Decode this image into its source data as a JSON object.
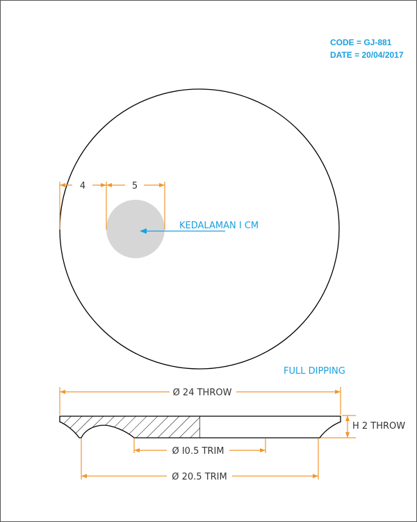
{
  "info": {
    "code": "CODE = GJ-881",
    "date": "DATE = 20/04/2017"
  },
  "top_view": {
    "dim_left": "4",
    "dim_hole": "5",
    "depth_label": "KEDALAMAN I CM"
  },
  "section_view": {
    "finish_label": "FULL DIPPING",
    "outer_diameter": "Ø 24 THROW",
    "height": "H 2 THROW",
    "inner_trim": "Ø I0.5 TRIM",
    "outer_trim": "Ø 20.5 TRIM"
  },
  "colors": {
    "dimension": "#f0962c",
    "annotation": "#1aa0e0",
    "outline": "#000000",
    "hole_fill": "#d6d6d6"
  }
}
